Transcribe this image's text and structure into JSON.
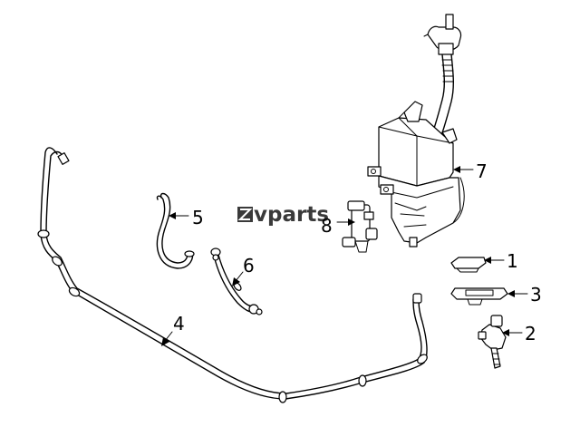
{
  "logo": {
    "text": "vparts"
  },
  "callouts": [
    {
      "id": "1",
      "label": "1"
    },
    {
      "id": "2",
      "label": "2"
    },
    {
      "id": "3",
      "label": "3"
    },
    {
      "id": "4",
      "label": "4"
    },
    {
      "id": "5",
      "label": "5"
    },
    {
      "id": "6",
      "label": "6"
    },
    {
      "id": "7",
      "label": "7"
    },
    {
      "id": "8",
      "label": "8"
    }
  ]
}
